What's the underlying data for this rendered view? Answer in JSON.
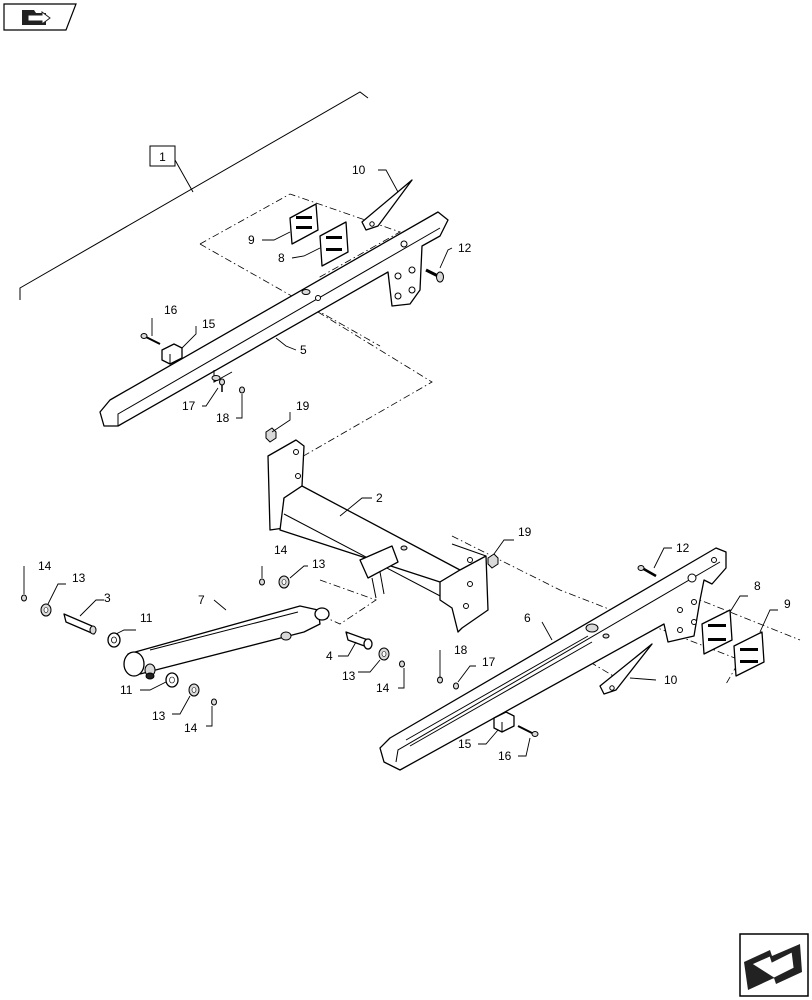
{
  "toolbar": {
    "nav_icon": "folder-arrow-icon"
  },
  "footer": {
    "next_icon": "next-page-arrow-icon"
  },
  "assembly_box_label": "1",
  "callouts": [
    {
      "id": "c10a",
      "text": "10"
    },
    {
      "id": "c9a",
      "text": "9"
    },
    {
      "id": "c8a",
      "text": "8"
    },
    {
      "id": "c12a",
      "text": "12"
    },
    {
      "id": "c16a",
      "text": "16"
    },
    {
      "id": "c15a",
      "text": "15"
    },
    {
      "id": "c5",
      "text": "5"
    },
    {
      "id": "c17a",
      "text": "17"
    },
    {
      "id": "c18a",
      "text": "18"
    },
    {
      "id": "c19a",
      "text": "19"
    },
    {
      "id": "c2",
      "text": "2"
    },
    {
      "id": "c19b",
      "text": "19"
    },
    {
      "id": "c12b",
      "text": "12"
    },
    {
      "id": "c14a",
      "text": "14"
    },
    {
      "id": "c13a",
      "text": "13"
    },
    {
      "id": "c14b",
      "text": "14"
    },
    {
      "id": "c13b",
      "text": "13"
    },
    {
      "id": "c3",
      "text": "3"
    },
    {
      "id": "c7",
      "text": "7"
    },
    {
      "id": "c11a",
      "text": "11"
    },
    {
      "id": "c6",
      "text": "6"
    },
    {
      "id": "c8b",
      "text": "8"
    },
    {
      "id": "c9b",
      "text": "9"
    },
    {
      "id": "c4",
      "text": "4"
    },
    {
      "id": "c18b",
      "text": "18"
    },
    {
      "id": "c17b",
      "text": "17"
    },
    {
      "id": "c10b",
      "text": "10"
    },
    {
      "id": "c13c",
      "text": "13"
    },
    {
      "id": "c14c",
      "text": "14"
    },
    {
      "id": "c11b",
      "text": "11"
    },
    {
      "id": "c13d",
      "text": "13"
    },
    {
      "id": "c14d",
      "text": "14"
    },
    {
      "id": "c15b",
      "text": "15"
    },
    {
      "id": "c16b",
      "text": "16"
    }
  ]
}
